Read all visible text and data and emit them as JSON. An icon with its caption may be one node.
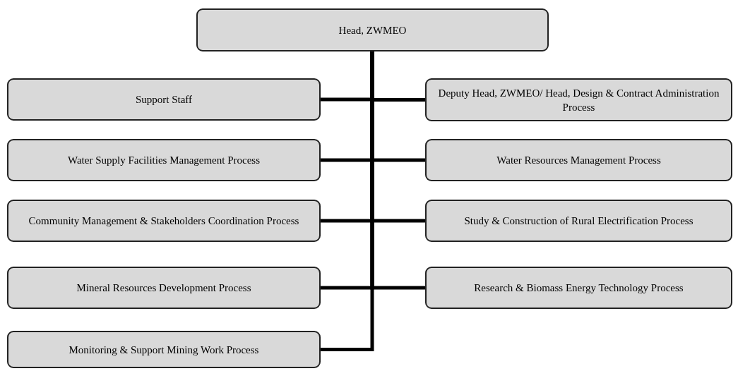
{
  "diagram": {
    "nodes": [
      {
        "text": [
          "Head, ZWMEO"
        ]
      },
      {
        "text": [
          "Support Staff"
        ]
      },
      {
        "text": [
          "Deputy Head, ZWMEO/ Head, Design & Contract Administration Process"
        ]
      },
      {
        "text": [
          "Water Supply Facilities Management Process"
        ]
      },
      {
        "text": [
          "Water Resources Management Process"
        ]
      },
      {
        "text": [
          "Community Management & Stakeholders Coordination Process"
        ]
      },
      {
        "text": [
          "Study & Construction of Rural Electrification Process"
        ]
      },
      {
        "text": [
          "Mineral Resources Development Process"
        ]
      },
      {
        "text": [
          "Research & Biomass Energy Technology Process"
        ]
      },
      {
        "text": [
          "Monitoring & Support Mining Work Process"
        ]
      }
    ],
    "edges": [
      {
        "from": 0,
        "to": 1,
        "arrow": "none"
      },
      {
        "from": 0,
        "to": 2,
        "arrow": "none"
      },
      {
        "from": 0,
        "to": 3,
        "arrow": "none"
      },
      {
        "from": 0,
        "to": 4,
        "arrow": "none"
      },
      {
        "from": 0,
        "to": 5,
        "arrow": "none"
      },
      {
        "from": 0,
        "to": 6,
        "arrow": "none"
      },
      {
        "from": 0,
        "to": 7,
        "arrow": "none"
      },
      {
        "from": 0,
        "to": 8,
        "arrow": "none"
      },
      {
        "from": 0,
        "to": 9,
        "arrow": "none"
      }
    ]
  }
}
